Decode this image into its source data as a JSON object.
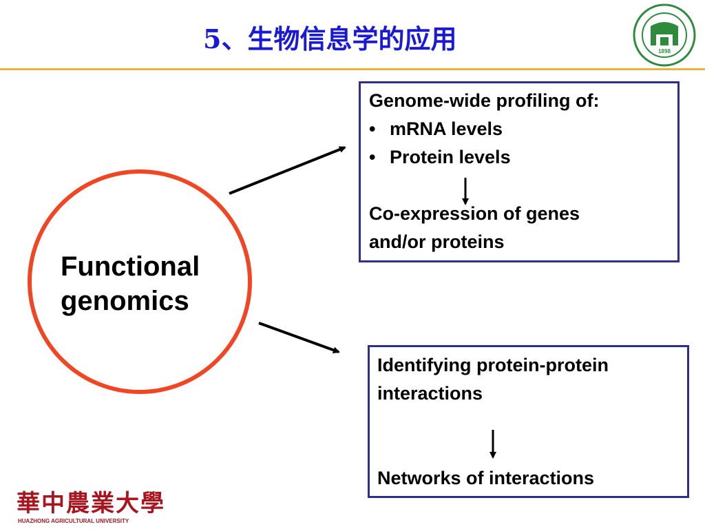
{
  "title": "5、生物信息学的应用",
  "center": {
    "line1": "Functional",
    "line2": "genomics"
  },
  "top_box": {
    "heading": "Genome-wide profiling of:",
    "bullets": [
      "mRNA levels",
      "Protein levels"
    ],
    "bullet_char": "•",
    "result_line1": "Co-expression of genes",
    "result_line2": "and/or proteins"
  },
  "bottom_box": {
    "heading_line1": "Identifying protein-protein",
    "heading_line2": "interactions",
    "result": "Networks of interactions"
  },
  "logo": {
    "seal_year": "1898",
    "footer_chars": "華中農業大學",
    "footer_sub": "HUAZHONG AGRICULTURAL UNIVERSITY"
  },
  "colors": {
    "title": "#1a1ad6",
    "circle": "#f04624",
    "box_border": "#2e2e8c",
    "rule": "#f0b040",
    "seal": "#2e8b3c",
    "footer_logo": "#a8151f"
  }
}
